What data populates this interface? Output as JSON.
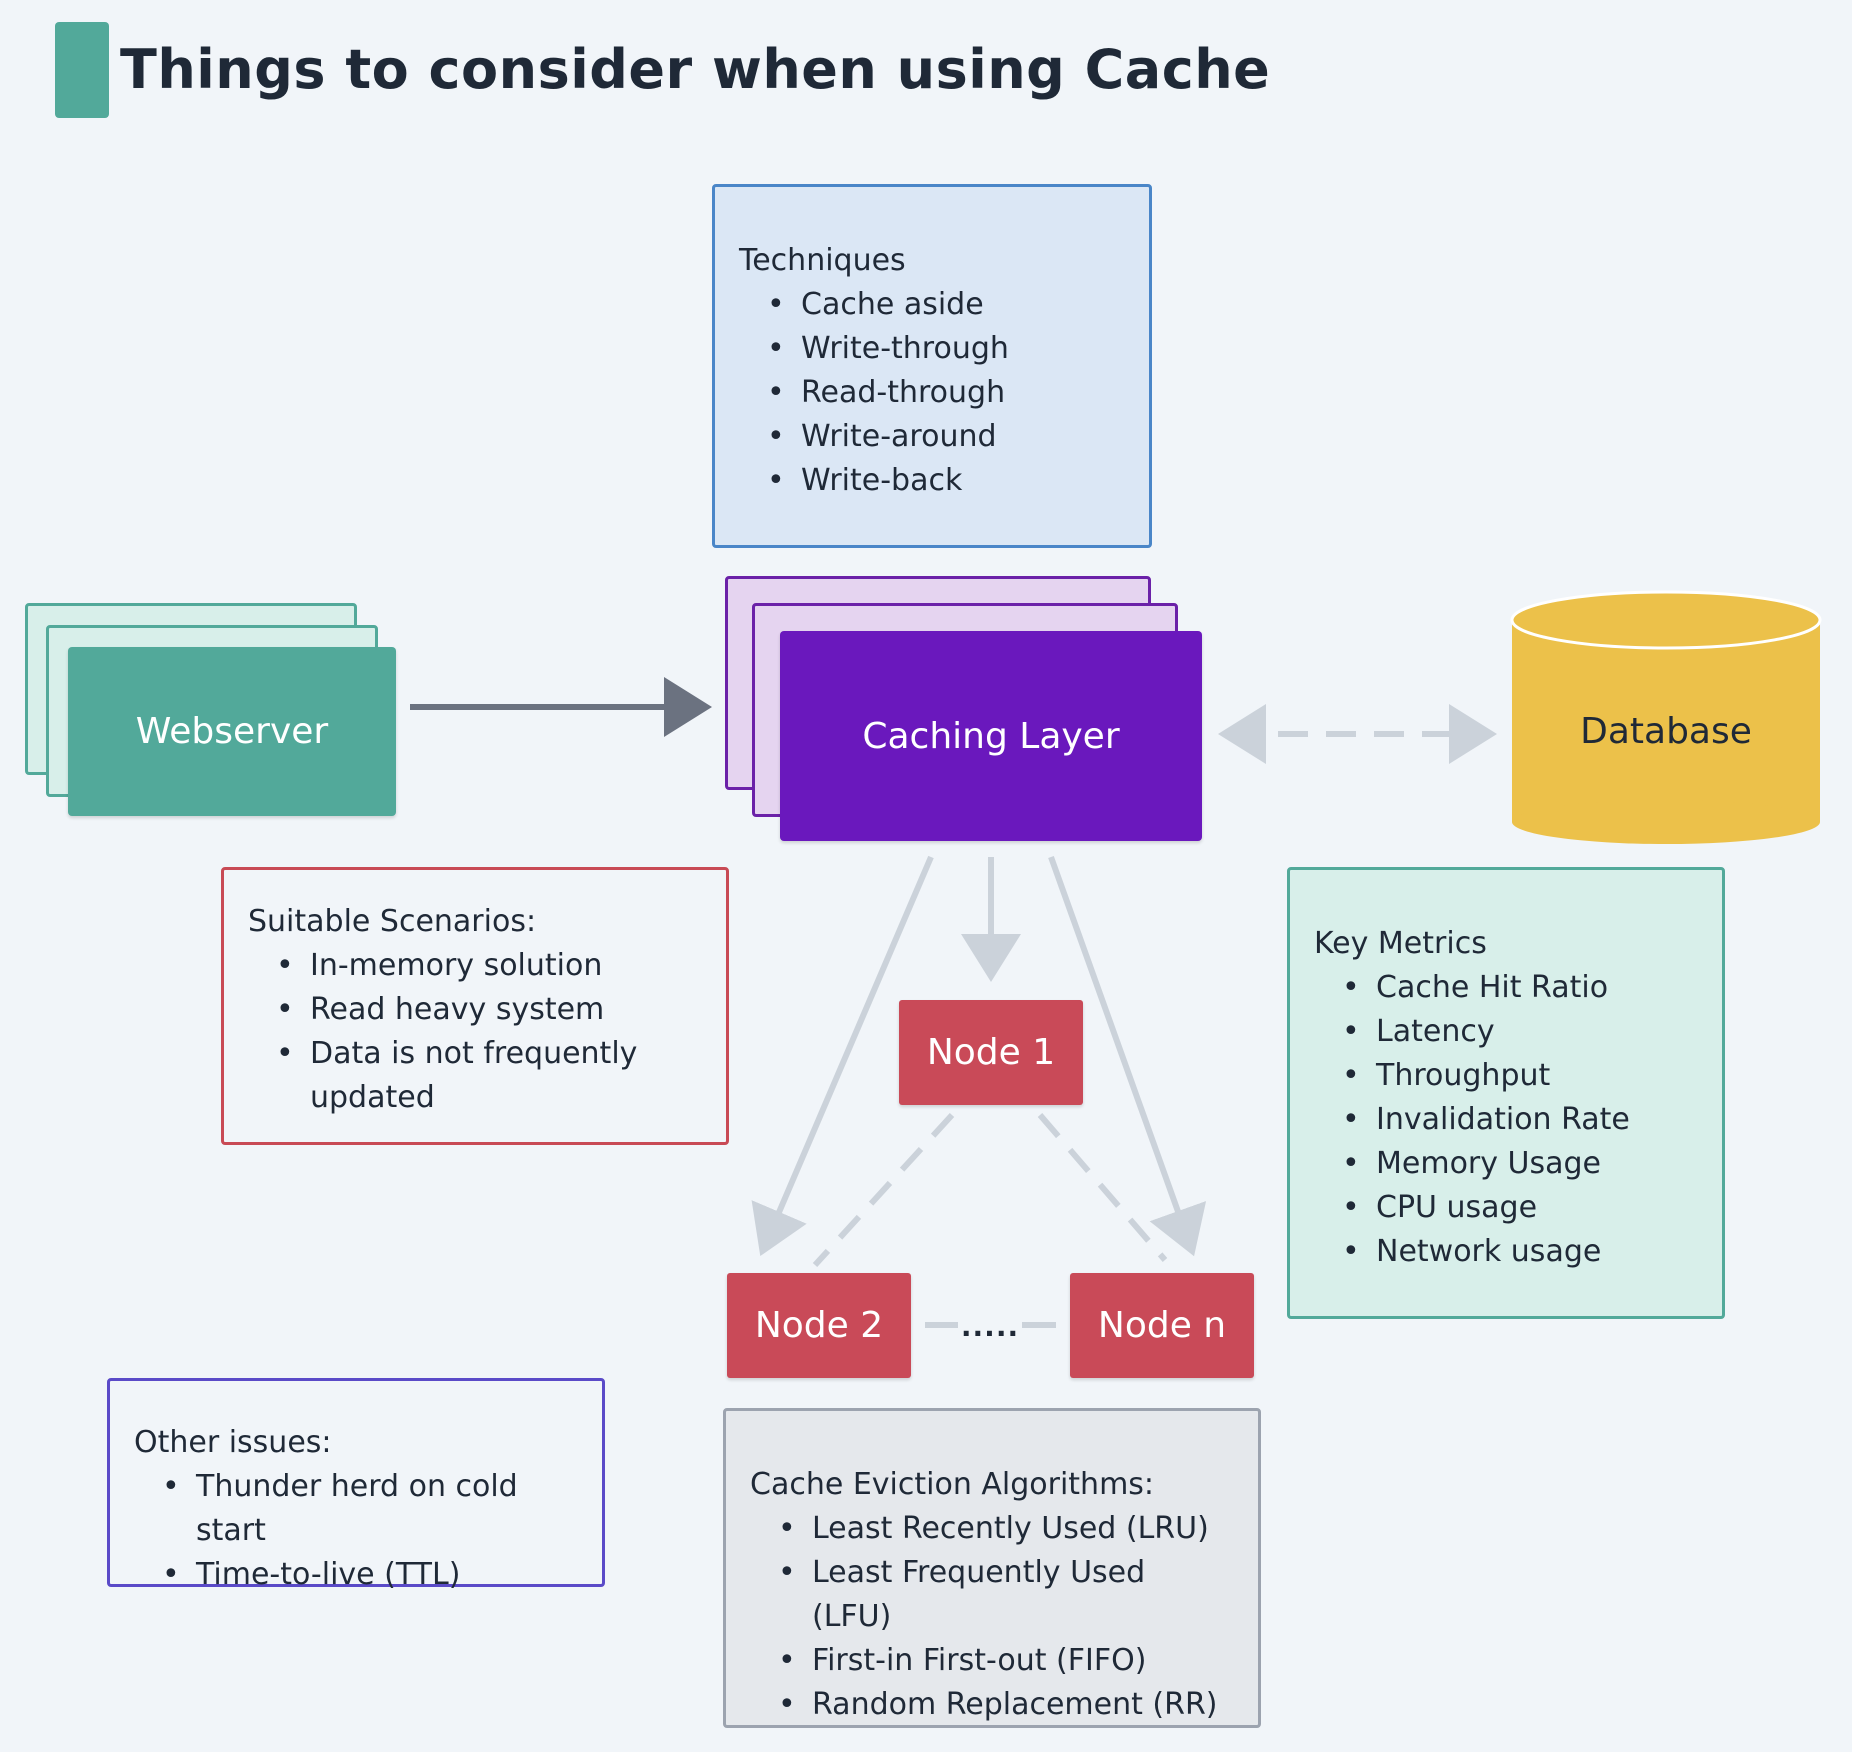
{
  "title": "Things to consider when using Cache",
  "colors": {
    "accent_teal": "#52a99a",
    "caching_purple": "#6a18bd",
    "database_yellow": "#ecc14a",
    "node_red": "#c94a58",
    "techniques_blue": "#4a86c8",
    "issues_indigo": "#5a4ac8",
    "connector_gray": "#6b7280",
    "dashed_gray": "#cbd2da"
  },
  "components": {
    "webserver": "Webserver",
    "caching_layer": "Caching Layer",
    "database": "Database",
    "nodes": [
      "Node 1",
      "Node 2",
      "Node n"
    ],
    "ellipsis": "....."
  },
  "techniques": {
    "heading": "Techniques",
    "items": [
      "Cache aside",
      "Write-through",
      "Read-through",
      "Write-around",
      "Write-back"
    ]
  },
  "scenarios": {
    "heading": "Suitable Scenarios:",
    "items": [
      "In-memory solution",
      "Read heavy system",
      "Data is not frequently updated"
    ]
  },
  "metrics": {
    "heading": "Key Metrics",
    "items": [
      "Cache Hit Ratio",
      "Latency",
      "Throughput",
      "Invalidation Rate",
      "Memory Usage",
      "CPU usage",
      "Network usage"
    ]
  },
  "issues": {
    "heading": "Other issues:",
    "items": [
      "Thunder herd on cold start",
      "Time-to-live (TTL)"
    ]
  },
  "eviction": {
    "heading": "Cache Eviction Algorithms:",
    "items": [
      "Least Recently Used (LRU)",
      "Least Frequently Used (LFU)",
      "First-in First-out (FIFO)",
      "Random Replacement (RR)"
    ]
  }
}
